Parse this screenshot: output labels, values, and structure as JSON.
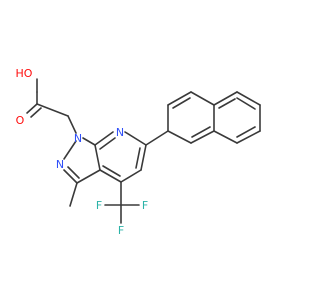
{
  "molecule": {
    "atoms": {
      "ho": {
        "text": "HO",
        "color": "#ff0d0d"
      },
      "o_carbonyl": {
        "text": "O",
        "color": "#ff0d0d"
      },
      "n_pyrazole_1": {
        "text": "N",
        "color": "#3050f8"
      },
      "n_pyrazole_2": {
        "text": "N",
        "color": "#3050f8"
      },
      "n_pyridine": {
        "text": "N",
        "color": "#3050f8"
      },
      "f_top": {
        "text": "F",
        "color": "#2bb3a8"
      },
      "f_left": {
        "text": "F",
        "color": "#2bb3a8"
      },
      "f_right": {
        "text": "F",
        "color": "#2bb3a8"
      }
    },
    "bond_color": "#3a3a3a"
  }
}
